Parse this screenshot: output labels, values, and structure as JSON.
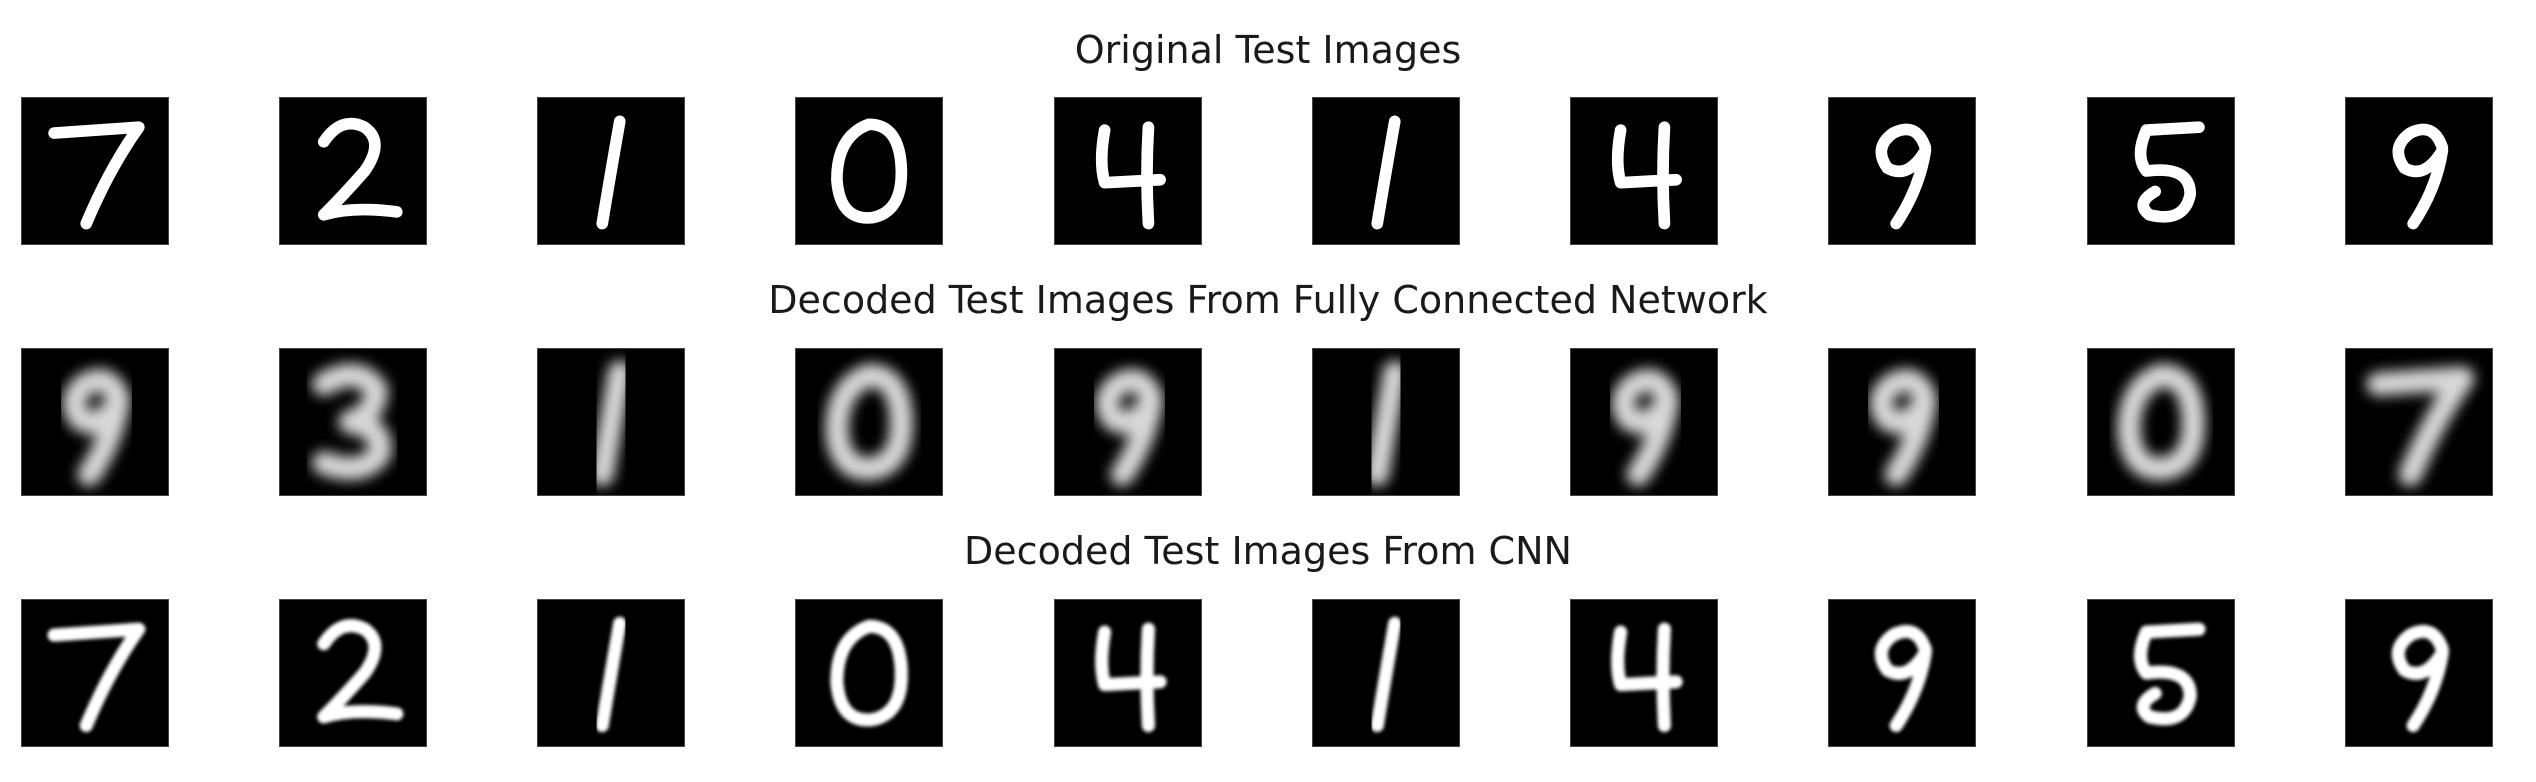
{
  "rows": [
    {
      "title": "Original Test Images",
      "style": "sharp",
      "digits": [
        "7",
        "2",
        "1",
        "0",
        "4",
        "1",
        "4",
        "9",
        "5",
        "9"
      ]
    },
    {
      "title": "Decoded Test Images From Fully Connected Network",
      "style": "blurry",
      "digits": [
        "9",
        "3",
        "1",
        "0",
        "9",
        "1",
        "9",
        "9",
        "0",
        "7"
      ]
    },
    {
      "title": "Decoded Test Images From CNN",
      "style": "smooth",
      "digits": [
        "7",
        "2",
        "1",
        "0",
        "4",
        "1",
        "4",
        "9",
        "5",
        "9"
      ]
    }
  ],
  "colors": {
    "background": "#ffffff",
    "tile": "#000000",
    "stroke": "#ffffff",
    "text": "#1a1a1a"
  }
}
